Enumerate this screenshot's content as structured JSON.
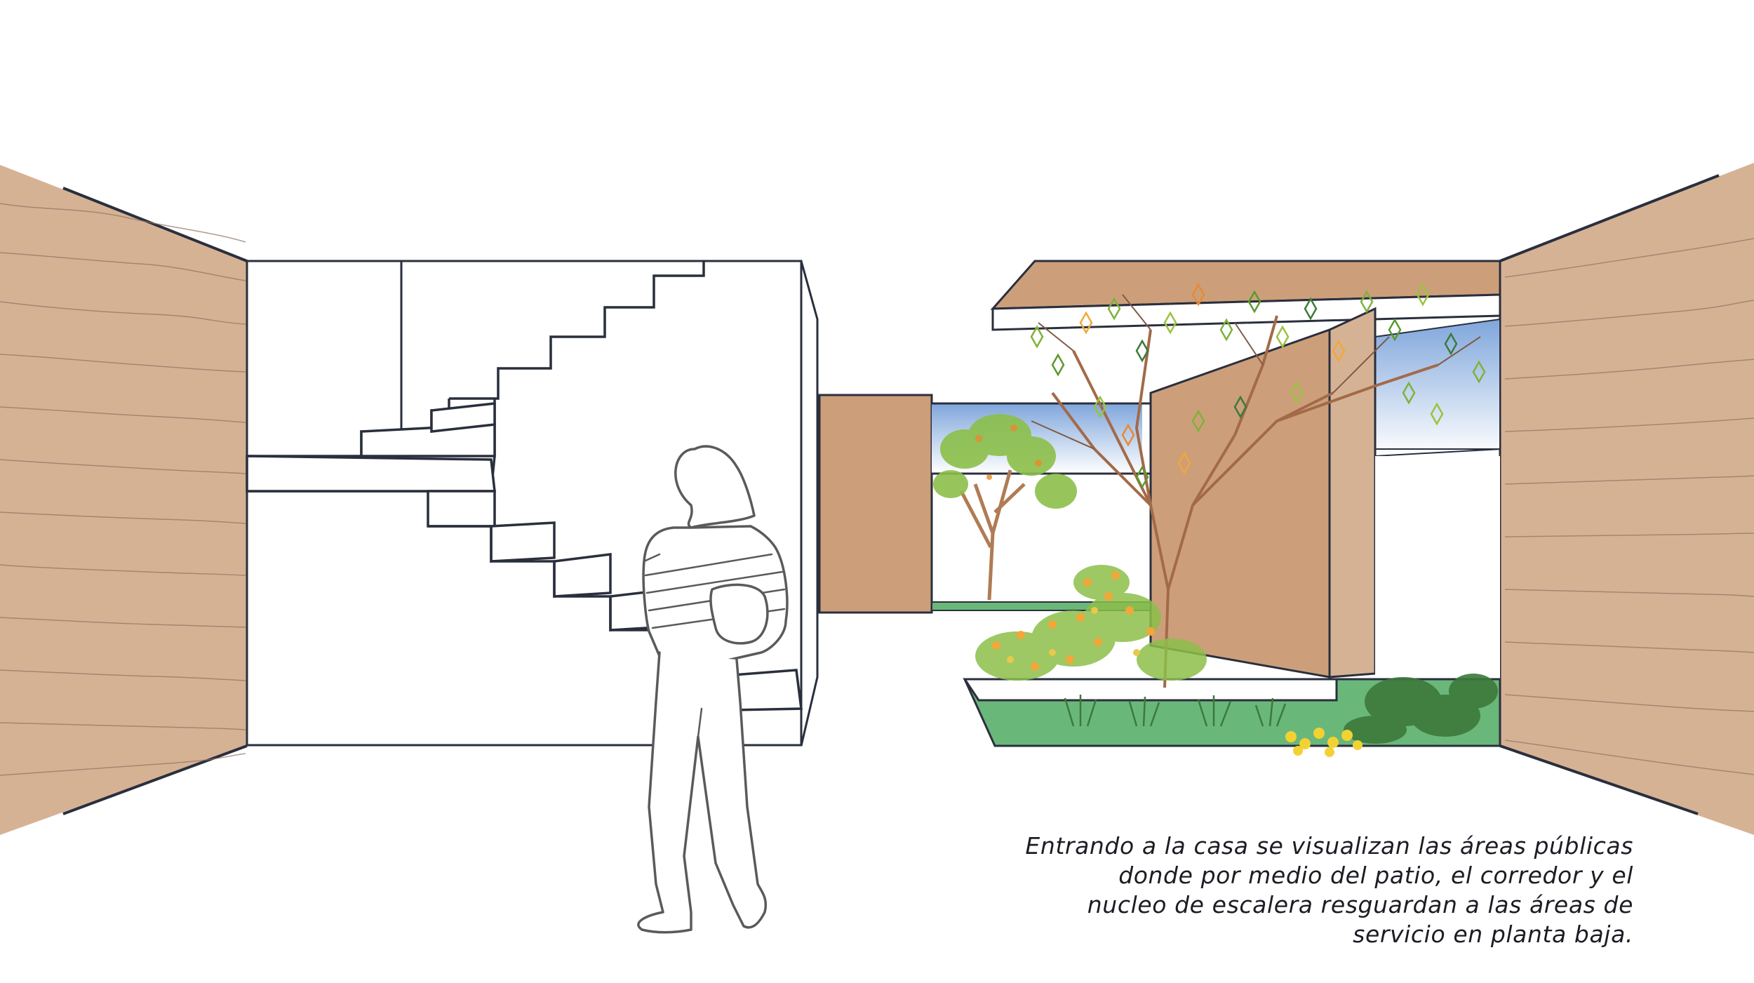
{
  "caption": {
    "lines": [
      "Entrando a la casa se visualizan las áreas públicas",
      "donde por medio del patio, el corredor y el",
      "nucleo de escalera resguardan a las áreas de",
      "servicio en planta baja."
    ]
  },
  "colors": {
    "wall": "#d6b295",
    "wall_dark": "#c99a76",
    "column": "#cc9f7a",
    "ink": "#2a2f3d",
    "sky": "#8fb3e0",
    "grass": "#6ab77a",
    "foliage": "#7fb23a",
    "flower_yellow": "#f2d233",
    "flower_orange": "#e98a2e"
  },
  "icons": [
    "person-figure",
    "floating-staircase",
    "patio-tree",
    "garden-bed"
  ]
}
